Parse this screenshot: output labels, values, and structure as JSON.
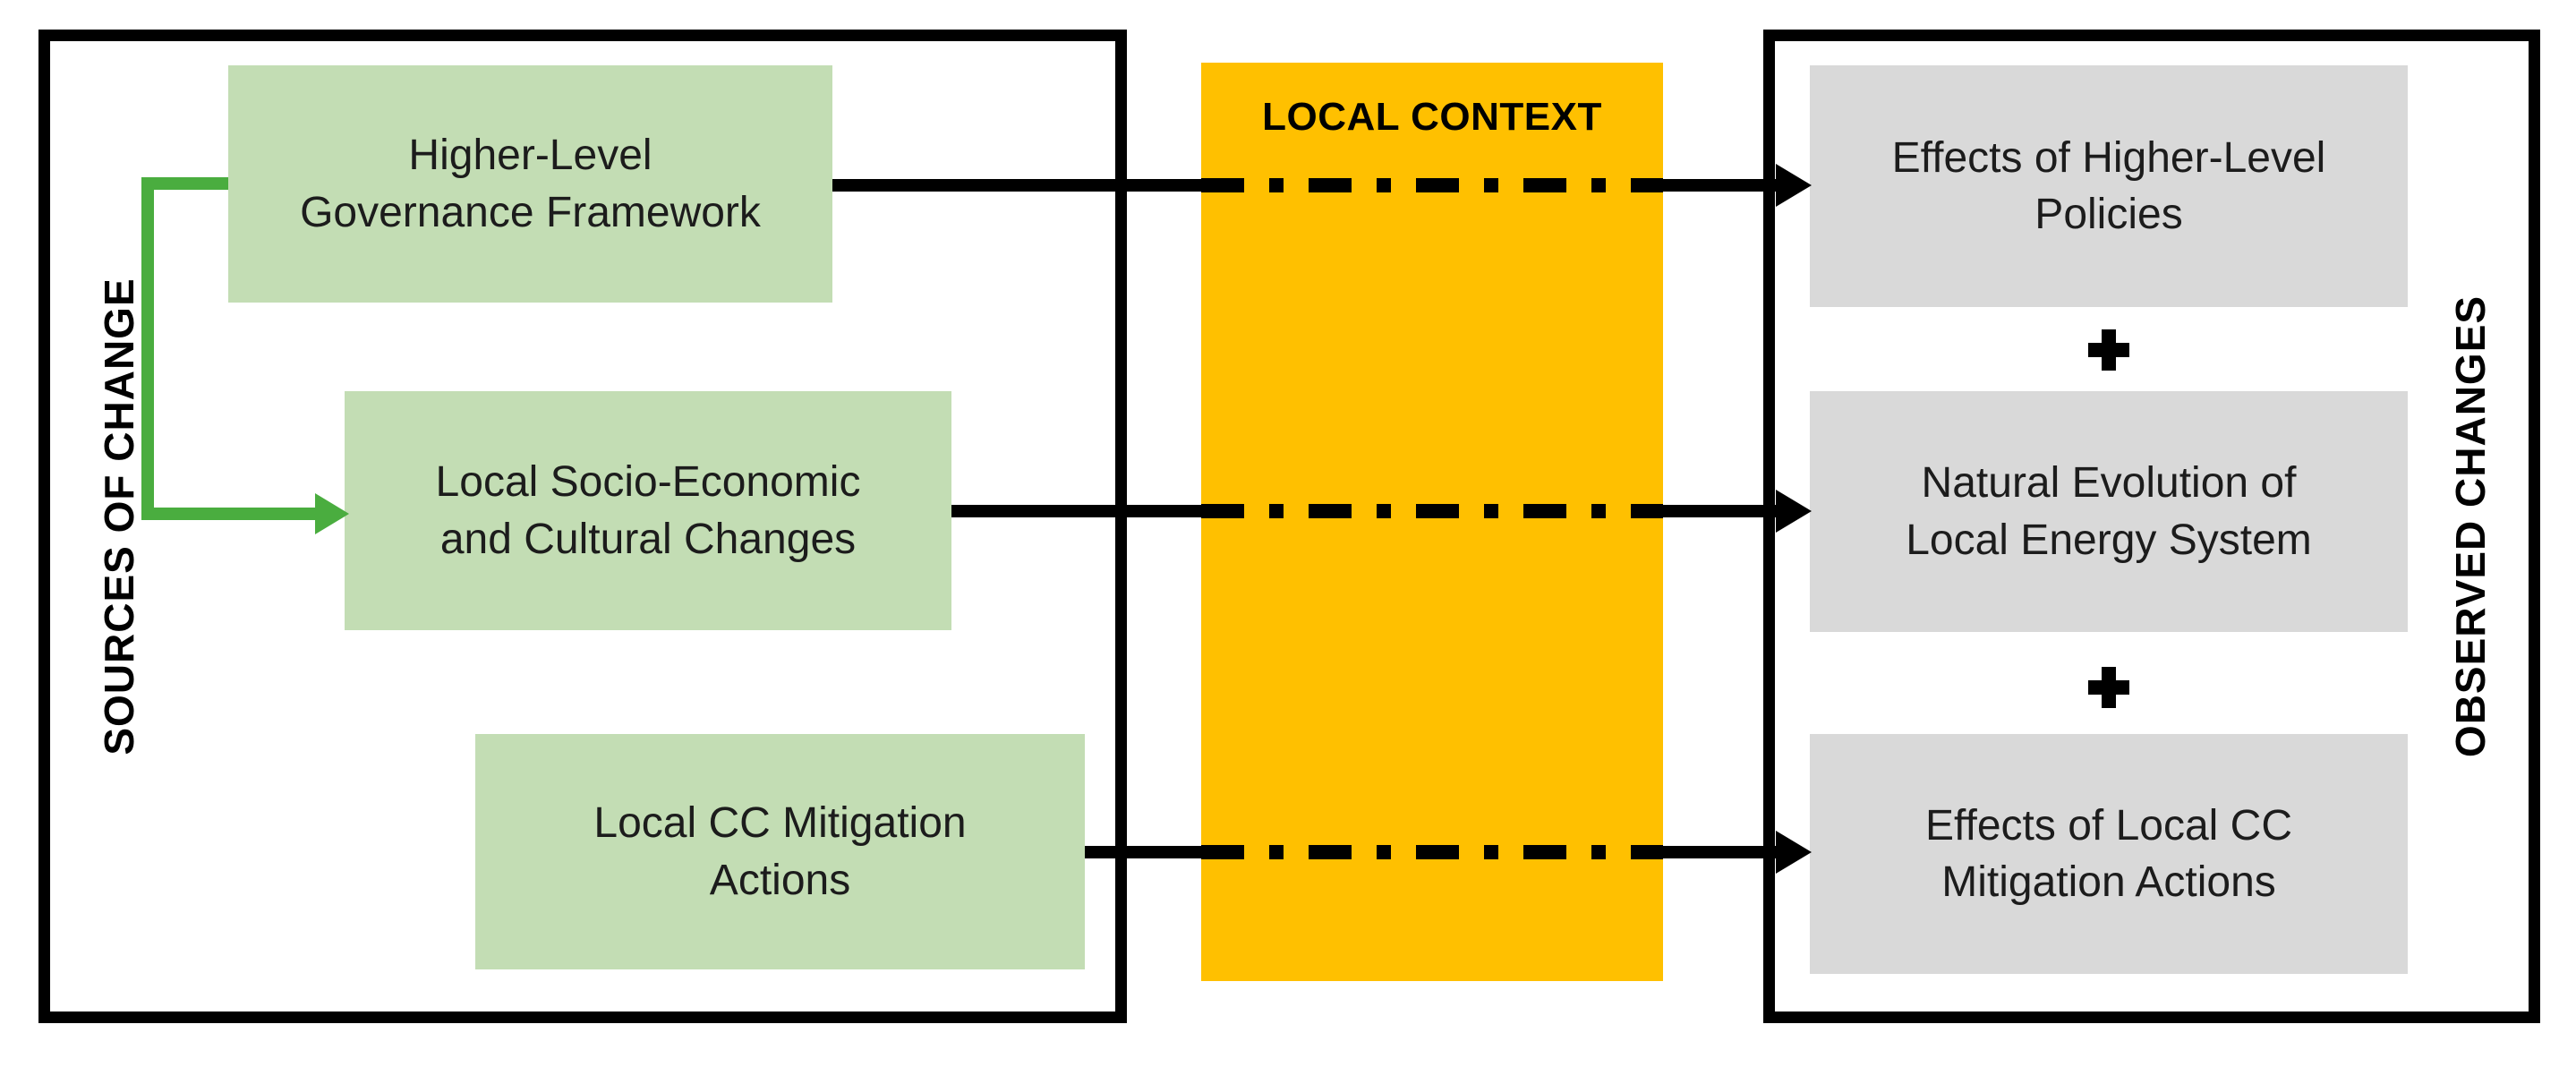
{
  "left_panel": {
    "title": "SOURCES OF CHANGE",
    "boxes": [
      {
        "id": "higher-level-governance-framework",
        "lines": [
          "Higher-Level",
          "Governance Framework"
        ]
      },
      {
        "id": "local-socio-economic-and-cultural-changes",
        "lines": [
          "Local Socio-Economic",
          "and Cultural Changes"
        ]
      },
      {
        "id": "local-cc-mitigation-actions",
        "lines": [
          "Local CC Mitigation",
          "Actions"
        ]
      }
    ]
  },
  "context_band": {
    "title": "LOCAL CONTEXT"
  },
  "right_panel": {
    "title": "OBSERVED CHANGES",
    "boxes": [
      {
        "id": "effects-of-higher-level-policies",
        "lines": [
          "Effects of Higher-Level",
          "Policies"
        ]
      },
      {
        "id": "natural-evolution-of-local-energy-system",
        "lines": [
          "Natural Evolution of",
          "Local Energy System"
        ]
      },
      {
        "id": "effects-of-local-cc-mitigation-actions",
        "lines": [
          "Effects of Local CC",
          "Mitigation Actions"
        ]
      }
    ],
    "plus_signs": [
      "+",
      "+"
    ]
  },
  "connections": [
    {
      "from": "Higher-Level Governance Framework",
      "to": "Effects of Higher-Level Policies",
      "line_style": "solid with dash-dot segment through Local Context",
      "arrowhead": "black"
    },
    {
      "from": "Local Socio-Economic and Cultural Changes",
      "to": "Natural Evolution of Local Energy System",
      "line_style": "solid with dash-dot segment through Local Context",
      "arrowhead": "black"
    },
    {
      "from": "Local CC Mitigation Actions",
      "to": "Effects of Local CC Mitigation Actions",
      "line_style": "solid with dash-dot segment through Local Context",
      "arrowhead": "black"
    },
    {
      "from": "Higher-Level Governance Framework",
      "to": "Local Socio-Economic and Cultural Changes",
      "line_style": "green elbow connector",
      "arrowhead": "green"
    }
  ],
  "colors": {
    "source_box_fill": "#c3ddb4",
    "context_fill": "#ffc000",
    "observed_box_fill": "#d9d9d9",
    "connector_green": "#4aad3f",
    "line_black": "#000000",
    "panel_border": "#000000",
    "background": "#ffffff",
    "text": "#1a1a1a"
  }
}
